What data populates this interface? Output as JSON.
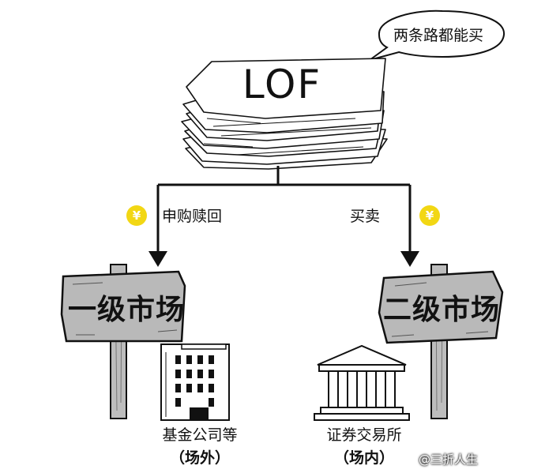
{
  "speech_bubble": {
    "text": "两条路都能买"
  },
  "stack": {
    "label": "LOF"
  },
  "branches": {
    "left_label": "申购赎回",
    "right_label": "买卖",
    "coin_symbol": "¥"
  },
  "markets": {
    "primary": "一级市场",
    "secondary": "二级市场"
  },
  "institutions": {
    "left_name": "基金公司等",
    "left_note": "（场外）",
    "right_name": "证券交易所",
    "right_note": "（场内）"
  },
  "watermark": "@三折人生",
  "colors": {
    "sign_fill": "#b9b9b9",
    "coin": "#f2d714",
    "ink": "#111111"
  }
}
